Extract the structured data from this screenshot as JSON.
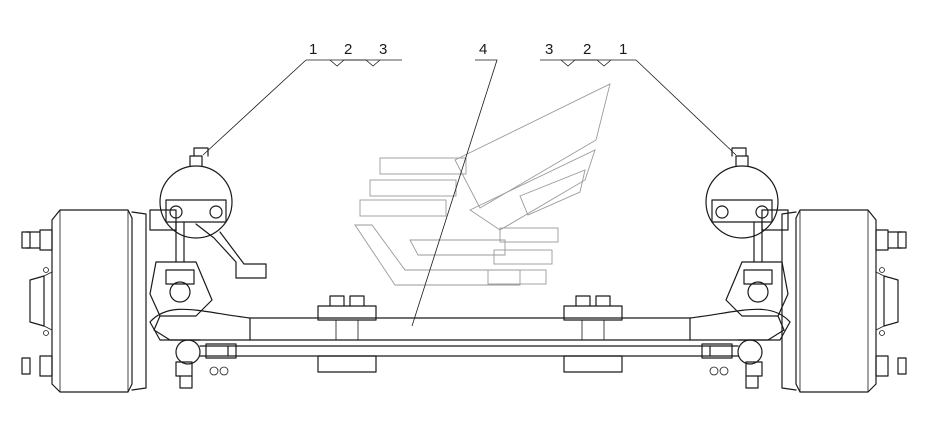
{
  "callouts": {
    "left": [
      "1",
      "2",
      "3"
    ],
    "center": "4",
    "right": [
      "3",
      "2",
      "1"
    ]
  },
  "colors": {
    "line": "#1a1a1a",
    "watermark": "#9a9a9a",
    "background": "#ffffff"
  }
}
